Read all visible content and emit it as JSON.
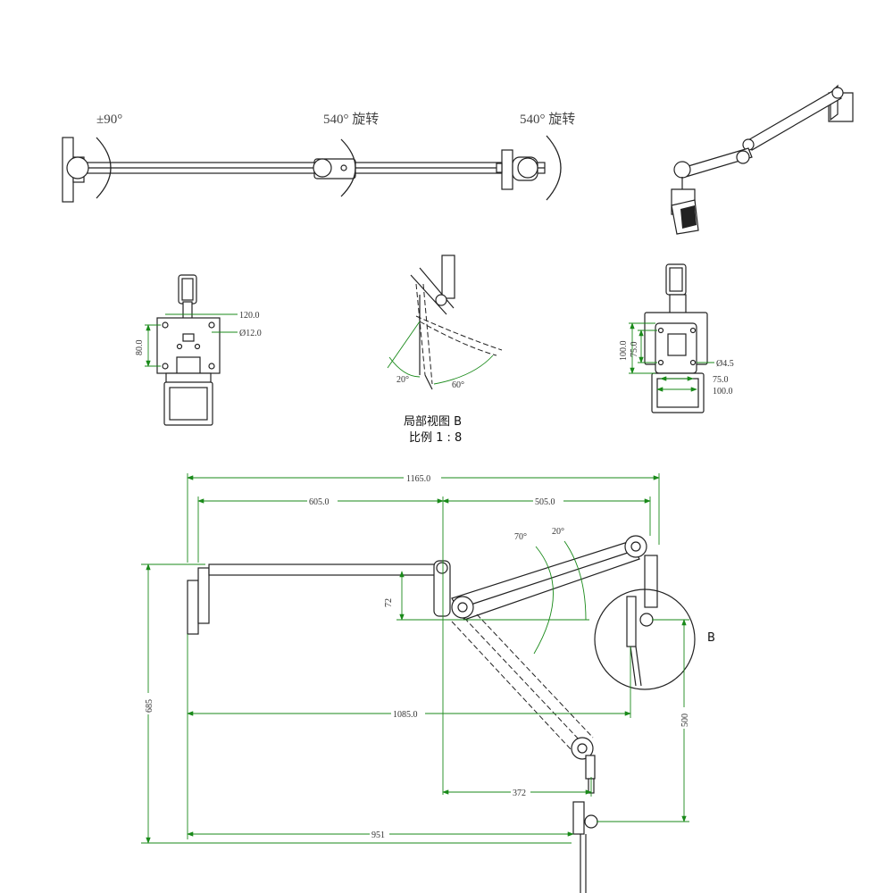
{
  "top_view": {
    "rot_base": "±90°",
    "rot_mid": "540° 旋转",
    "rot_end": "540° 旋转"
  },
  "plate_left": {
    "dim_120": "120.0",
    "dim_d12": "Ø12.0",
    "dim_80": "80.0"
  },
  "detail_b": {
    "angle_20": "20°",
    "angle_60": "60°",
    "caption_line1": "局部视图 B",
    "caption_line2": "比例 1 : 8"
  },
  "plate_right": {
    "dim_100v": "100.0",
    "dim_75v": "75.0",
    "dim_d45": "Ø4.5",
    "dim_75h": "75.0",
    "dim_100h": "100.0"
  },
  "side_view": {
    "dim_1165": "1165.0",
    "dim_605": "605.0",
    "dim_505": "505.0",
    "angle_70": "70°",
    "angle_20": "20°",
    "dim_72": "72",
    "dim_685": "685",
    "dim_1085": "1085.0",
    "dim_500": "500",
    "dim_372": "372",
    "dim_951": "951",
    "detail_label": "B"
  }
}
